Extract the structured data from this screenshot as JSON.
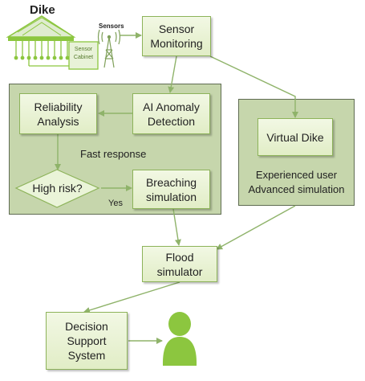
{
  "dike_label": "Dike",
  "sensors_label": "Sensors",
  "sensor_cabinet_label": "Sensor\nCabinet",
  "nodes": {
    "sensor_monitoring": "Sensor\nMonitoring",
    "reliability_analysis": "Reliability\nAnalysis",
    "ai_anomaly_detection": "AI Anomaly\nDetection",
    "virtual_dike": "Virtual Dike",
    "high_risk": "High risk?",
    "breaching_simulation": "Breaching\nsimulation",
    "flood_simulator": "Flood\nsimulator",
    "decision_support": "Decision\nSupport\nSystem"
  },
  "labels": {
    "fast_response": "Fast response",
    "yes": "Yes",
    "experienced_user": "Experienced user\nAdvanced simulation"
  },
  "colors": {
    "panel_fill": "#c6d6ac",
    "box_border": "#8db35a",
    "arrow": "#8fb36a",
    "person": "#8cc63f"
  }
}
